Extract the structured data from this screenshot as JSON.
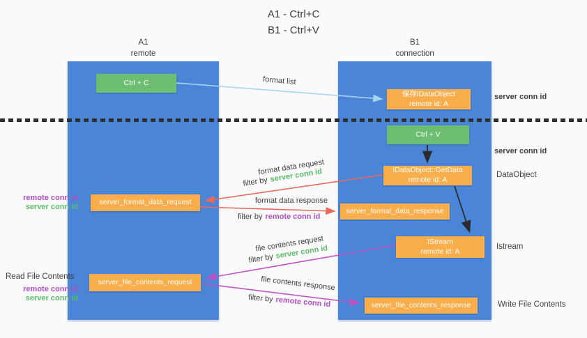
{
  "title": {
    "line1": "A1 - Ctrl+C",
    "line2": "B1 - Ctrl+V"
  },
  "columns": {
    "left": {
      "id": "A1",
      "name": "remote"
    },
    "right": {
      "id": "B1",
      "name": "connection"
    }
  },
  "nodes": {
    "ctrl_c": {
      "label": "Ctrl + C"
    },
    "save_idataobject": {
      "line1": "保存IDataObject",
      "line2": "remote id: A"
    },
    "ctrl_v": {
      "label": "Ctrl + V"
    },
    "getdata": {
      "line1": "IDataObject::GetData",
      "line2": "remote id: A"
    },
    "format_request": {
      "label": "server_format_data_request"
    },
    "format_response": {
      "label": "server_format_data_response"
    },
    "istream": {
      "line1": "IStream",
      "line2": "remote id: A"
    },
    "file_request": {
      "label": "server_file_contents_request"
    },
    "file_response": {
      "label": "server_file_contents_response"
    }
  },
  "arrows": {
    "format_list": {
      "label": "format list"
    },
    "format_data_request": {
      "label": "format data request",
      "filter_prefix": "filter by",
      "filter_value": "server conn id"
    },
    "format_data_response": {
      "label": "format data response",
      "filter_prefix": "filter by",
      "filter_value": "remote conn id"
    },
    "file_contents_request": {
      "label": "file contents request",
      "filter_prefix": "filter by",
      "filter_value": "server conn id"
    },
    "file_contents_response": {
      "label": "file contents response",
      "filter_prefix": "filter by",
      "filter_value": "remote conn id"
    }
  },
  "side_labels": {
    "server_conn_id_top": "server conn id",
    "server_conn_id_mid": "server conn id",
    "dataobject": "DataObject",
    "istream": "Istream",
    "write_file_contents": "Write File Contents",
    "read_file_contents": "Read File Contents",
    "left_mid": {
      "remote": "remote conn id",
      "server": "server conn id"
    },
    "left_bottom": {
      "remote": "remote conn id",
      "server": "server conn id"
    }
  },
  "colors": {
    "column_blue": "#4a85d8",
    "node_green": "#6ebe72",
    "node_orange": "#f9ae4b",
    "accent_green": "#5abd68",
    "accent_purple": "#b14fc5",
    "arrow_red": "#ea685c",
    "arrow_magenta": "#c050c4",
    "arrow_lightblue": "#a8d6f2",
    "arrow_black": "#2b2b2b"
  }
}
